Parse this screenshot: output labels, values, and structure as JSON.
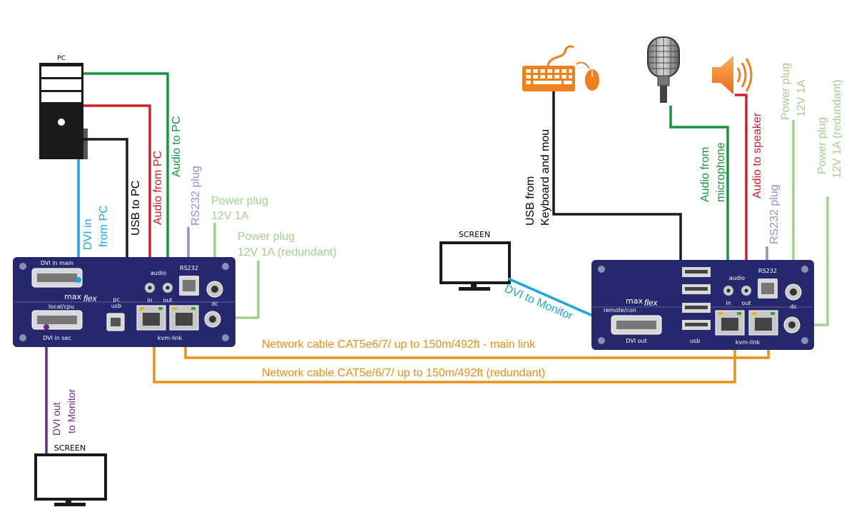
{
  "labels": {
    "pc": "PC",
    "screen_top": "SCREEN",
    "screen_bottom": "SCREEN",
    "usb_to_pc": "USB to PC",
    "audio_from_pc": "Audio from PC",
    "audio_to_pc": "Audio to PC",
    "rs232_plug_left": "RS232 plug",
    "power_plug_left": "Power plug",
    "power_12v_left": "12V 1A",
    "power_plug_red_left": "Power plug",
    "power_12v_red_left": "12V 1A (redundant)",
    "dvi_in_line1": "DVI in",
    "dvi_in_line2": "from PC",
    "dvi_out_line1": "DVI out",
    "dvi_out_line2": "to Monitor",
    "usb_kb_line1": "USB from",
    "usb_kb_line2": "Keyboard and mou",
    "audio_mic_line1": "Audio from",
    "audio_mic_line2": "microphone",
    "audio_speaker": "Audio to speaker",
    "rs232_plug_right": "RS232 plug",
    "power_plug_right_line1": "Power plug",
    "power_plug_right_line2": "12V 1A",
    "power_plug_red_right_line1": "Power plug",
    "power_plug_red_right_line2": "12V 1A (redundant)",
    "dvi_to_monitor": "DVI to Monitor",
    "network_main": "Network cable CAT5e6/7/ up to 150m/492ft - main link",
    "network_red": "Network cable CAT5e/6/7/ up to 150m/492ft (redundant)"
  },
  "local_unit": {
    "dvi_in_main": "DVI in main",
    "brand_max": "max",
    "brand_flex": "flex",
    "model": "local/cpu",
    "dvi_in_sec": "DVI in sec",
    "pc": "pc",
    "usb": "usb",
    "audio": "audio",
    "in": "in",
    "out": "out",
    "rs232": "RS232",
    "dc": "dc",
    "kvm_link": "kvm-link"
  },
  "remote_unit": {
    "brand_max": "max",
    "brand_flex": "flex",
    "model": "remote/con",
    "dvi_out": "DVI out",
    "usb": "usb",
    "audio": "audio",
    "in": "in",
    "out": "out",
    "rs232": "RS232",
    "dc": "dc",
    "kvm_link": "kvm-link"
  },
  "colors": {
    "usb": "#1a1a1a",
    "audio_red": "#d0202a",
    "audio_green": "#17953f",
    "rs232": "#8b96c8",
    "power": "#a6cf8c",
    "dvi_in": "#1aa7de",
    "dvi_out": "#6b2a86",
    "network": "#ea9016",
    "device_blue": "#25286c",
    "peripheral_orange": "#f07f1d"
  },
  "icons": [
    "pc-icon",
    "monitor-icon",
    "keyboard-icon",
    "mouse-icon",
    "microphone-icon",
    "speaker-icon"
  ]
}
